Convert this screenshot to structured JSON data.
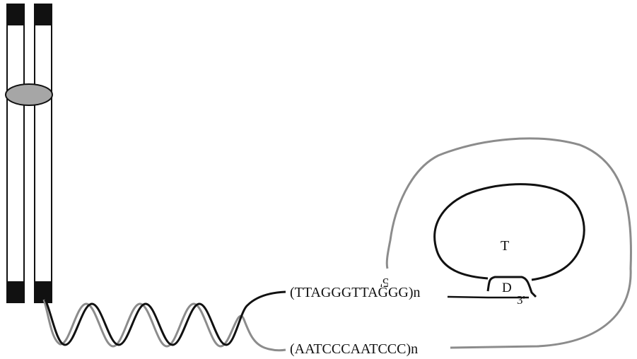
{
  "colors": {
    "dark_strand": "#111111",
    "light_strand": "#8c8c8c",
    "centromere": "#a6a6a6",
    "telomere_cap": "#111111",
    "background": "#ffffff"
  },
  "labels": {
    "g_strand": "(TTAGGGTTAGGG)n",
    "c_strand": "(AATCCCAATCCC)n",
    "five_prime": "5'",
    "three_prime": "3'",
    "t_loop": "T",
    "d_loop": "D"
  },
  "icons": {
    "chromosome": "chromosome-icon",
    "centromere": "centromere-icon"
  }
}
